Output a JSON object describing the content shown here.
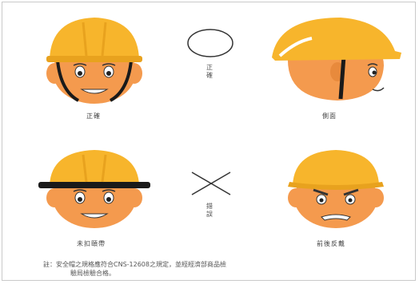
{
  "panels": [
    {
      "caption": "正確"
    },
    {
      "caption": "側面"
    },
    {
      "caption": "未扣頤帶"
    },
    {
      "caption": "前後反戴"
    }
  ],
  "center_marks": {
    "correct_label": "正確",
    "wrong_label": "錯誤"
  },
  "footnote": {
    "line1": "註：安全帽之規格應符合CNS-12608之規定，並經經濟部商品檢",
    "line2": "驗局檢驗合格。"
  },
  "colors": {
    "helmet": "#f7b52c",
    "helmet_dark": "#e8a21e",
    "skin": "#f49a4e",
    "strap": "#1a1a1a"
  },
  "icons": {
    "correct": "circle-mark-icon",
    "wrong": "cross-mark-icon"
  }
}
